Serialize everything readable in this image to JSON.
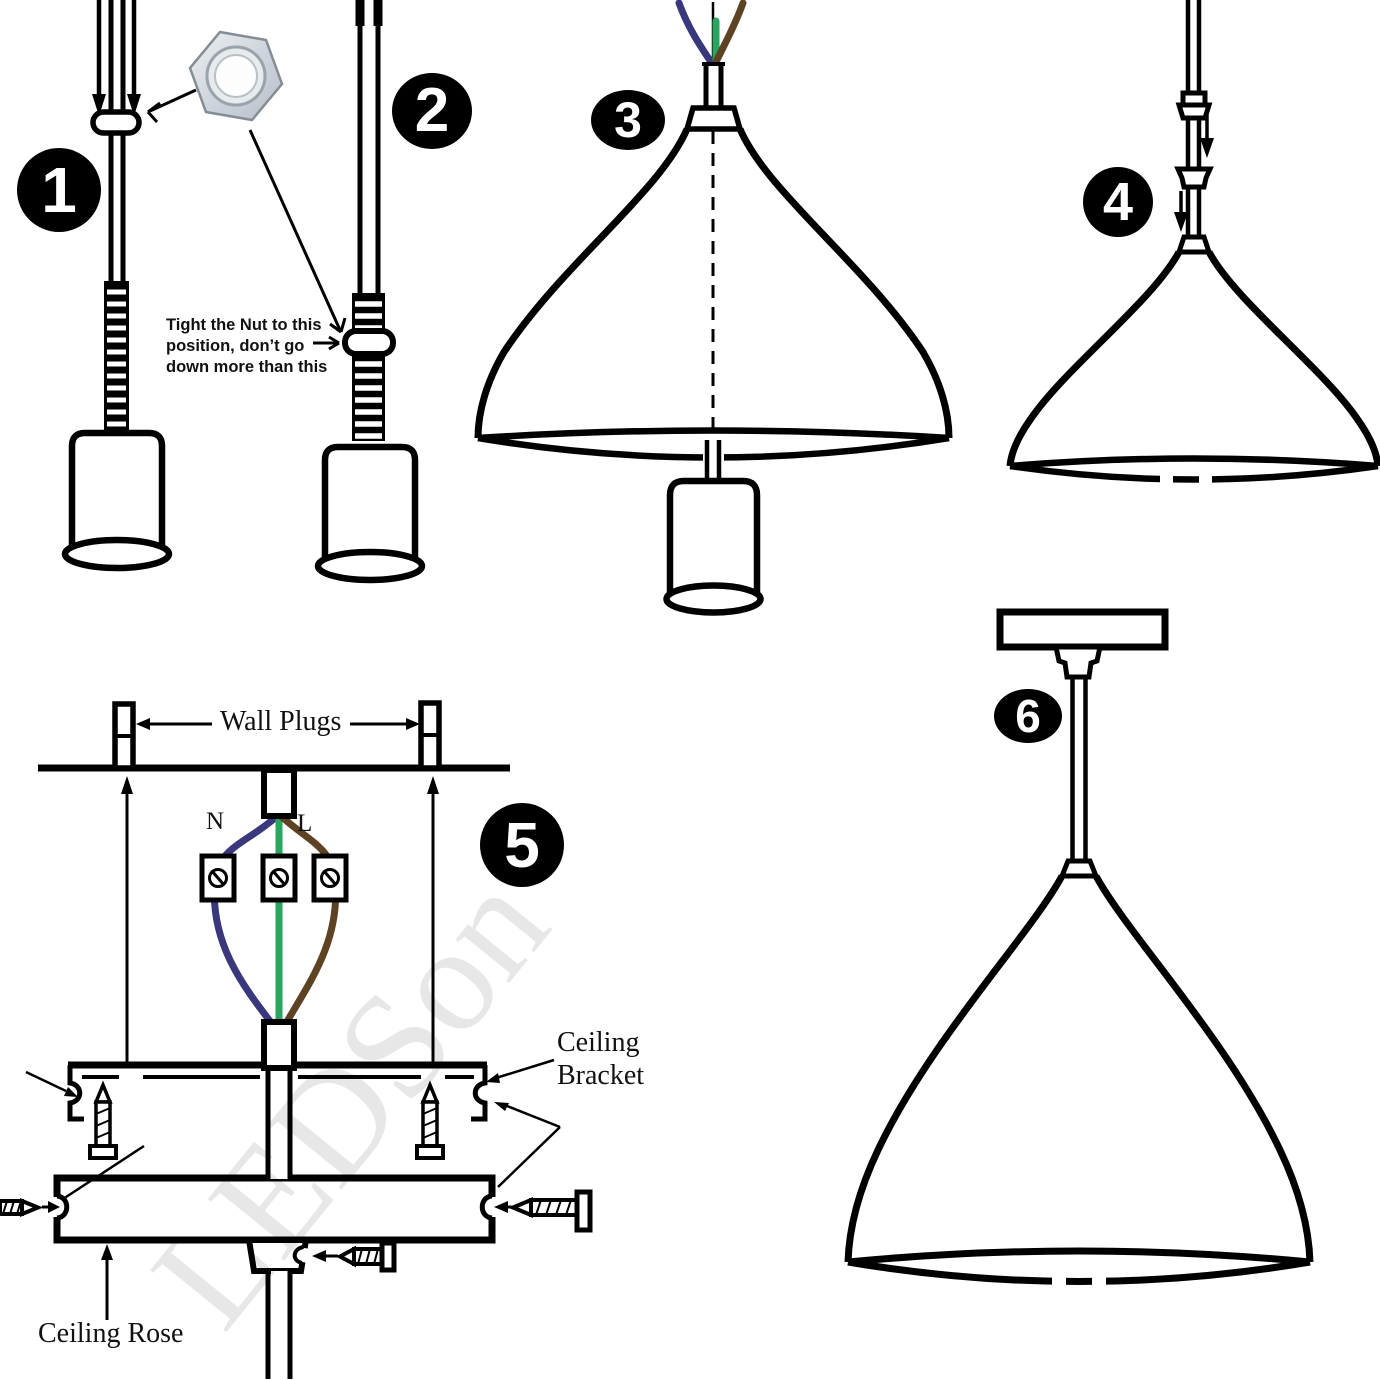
{
  "figure": {
    "type": "pendant lamp installation instruction diagram",
    "watermark": "LEDSon"
  },
  "steps": [
    {
      "number": "1"
    },
    {
      "number": "2"
    },
    {
      "number": "3"
    },
    {
      "number": "4"
    },
    {
      "number": "5"
    },
    {
      "number": "6"
    }
  ],
  "annotations": {
    "nut_note_lines": [
      "Tight the Nut to this",
      "position, don’t go",
      "down more than this"
    ],
    "wall_plugs_label": "Wall Plugs",
    "neutral_label": "N",
    "live_label": "L",
    "ceiling_bracket_lines": [
      "Ceiling",
      "Bracket"
    ],
    "ceiling_rose_label": "Ceiling Rose"
  },
  "colors": {
    "line_black": "#000000",
    "badge_bg": "#000000",
    "badge_text": "#ffffff",
    "wire_neutral_blue": "#39387d",
    "wire_earth_green": "#2aa45f",
    "wire_live_brown": "#5d4323",
    "nut_metal_light": "#eef1f4",
    "nut_metal_dark": "#b9c0c9",
    "watermark_gray": "#e7e7e7"
  }
}
